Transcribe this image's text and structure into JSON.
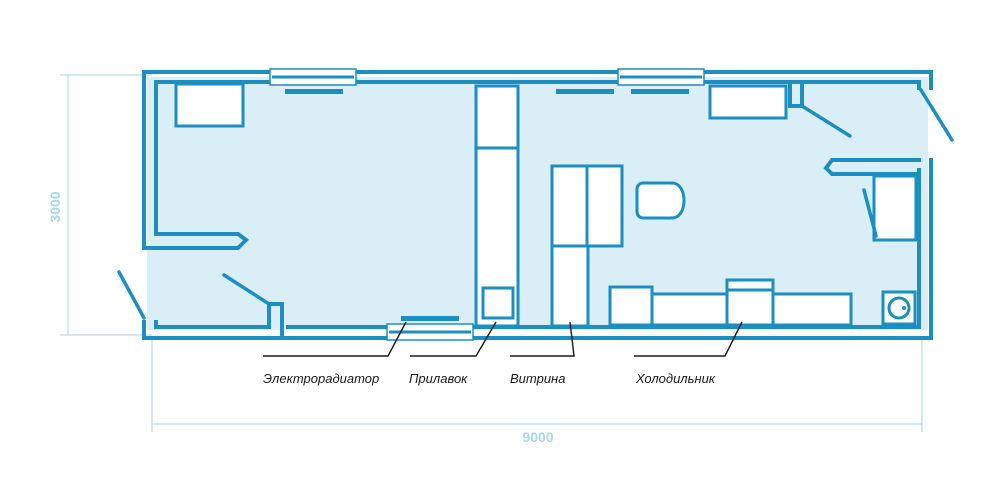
{
  "dimensions": {
    "width_label": "9000",
    "height_label": "3000"
  },
  "labels": {
    "heater": "Электрорадиатор",
    "counter": "Прилавок",
    "showcase": "Витрина",
    "fridge": "Холодильник"
  },
  "colors": {
    "wall": "#1b8ec2",
    "floor": "#daeef8",
    "dimension": "#a9d6ea",
    "label_text": "#1a1a1a"
  }
}
